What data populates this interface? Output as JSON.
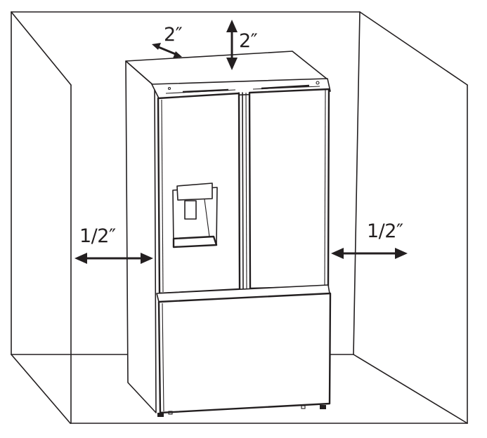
{
  "diagram": {
    "subject": "French door refrigerator installation clearances",
    "colors": {
      "line": "#231f20",
      "background": "#ffffff"
    },
    "clearances": {
      "top_back": {
        "label": "2″",
        "meaning": "rear clearance"
      },
      "top": {
        "label": "2″",
        "meaning": "top clearance"
      },
      "left": {
        "label": "1/2″",
        "meaning": "left side clearance"
      },
      "right": {
        "label": "1/2″",
        "meaning": "right side clearance"
      }
    }
  }
}
